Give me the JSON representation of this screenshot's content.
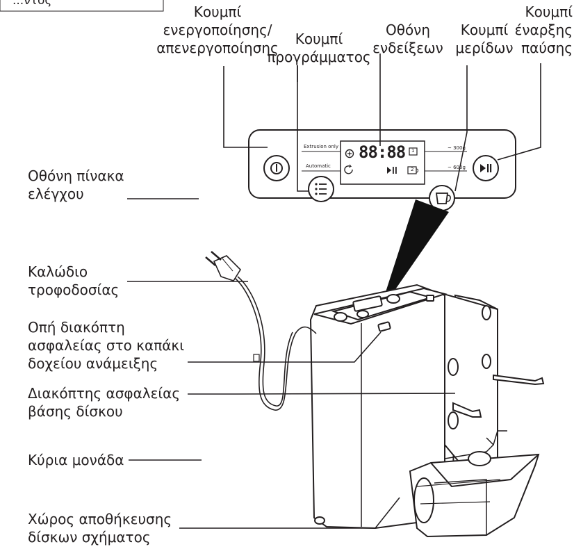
{
  "header_fragment": "...ντος",
  "labels": {
    "power_button": [
      "Κουμπί",
      "ενεργοποίησης/",
      "απενεργοποίησης"
    ],
    "program_button": [
      "Κουμπί",
      "προγράμματος"
    ],
    "display_screen": [
      "Οθόνη",
      "ενδείξεων"
    ],
    "portion_button": [
      "Κουμπί",
      "μερίδων"
    ],
    "start_pause_button": [
      "Κουμπί",
      "έναρξης",
      "παύσης"
    ],
    "control_panel": [
      "Οθόνη πίνακα",
      "ελέγχου"
    ],
    "power_cord": [
      "Καλώδιο",
      "τροφοδοσίας"
    ],
    "safety_switch_hole": [
      "Οπή διακόπτη",
      "ασφαλείας στο καπάκι",
      "δοχείου ανάμειξης"
    ],
    "disc_safety_switch": [
      "Διακόπτης ασφαλείας",
      "βάσης δίσκου"
    ],
    "main_unit": [
      "Κύρια μονάδα"
    ],
    "disc_storage": [
      "Χώρος αποθήκευσης",
      "δίσκων σχήματος"
    ]
  },
  "panel": {
    "display_digits": "88:88",
    "mode_extrusion": "Extrusion only",
    "mode_automatic": "Automatic",
    "portion_small": "~ 300g",
    "portion_large": "~ 600g",
    "small_cup_number": "1",
    "large_cup_number": "2"
  },
  "colors": {
    "line": "#231f20",
    "panel_bg": "#ffffff",
    "text": "#231f20"
  }
}
